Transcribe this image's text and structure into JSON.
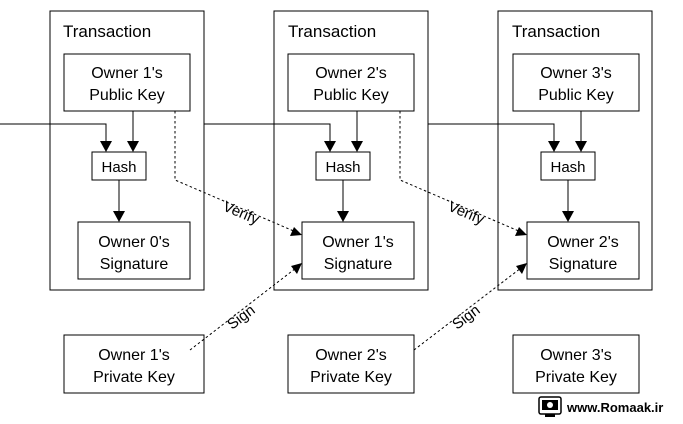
{
  "transactions": [
    {
      "title": "Transaction",
      "public_key": [
        "Owner 1's",
        "Public Key"
      ],
      "hash": "Hash",
      "signature": [
        "Owner 0's",
        "Signature"
      ]
    },
    {
      "title": "Transaction",
      "public_key": [
        "Owner 2's",
        "Public Key"
      ],
      "hash": "Hash",
      "signature": [
        "Owner 1's",
        "Signature"
      ]
    },
    {
      "title": "Transaction",
      "public_key": [
        "Owner 3's",
        "Public Key"
      ],
      "hash": "Hash",
      "signature": [
        "Owner 2's",
        "Signature"
      ]
    }
  ],
  "private_keys": [
    [
      "Owner 1's",
      "Private Key"
    ],
    [
      "Owner 2's",
      "Private Key"
    ],
    [
      "Owner 3's",
      "Private Key"
    ]
  ],
  "edge_labels": {
    "verify": "Verify",
    "sign": "Sign"
  },
  "watermark": {
    "text": "www.Romaak.ir",
    "icon": "computer-icon"
  },
  "colors": {
    "stroke": "#000000",
    "background": "#ffffff"
  }
}
